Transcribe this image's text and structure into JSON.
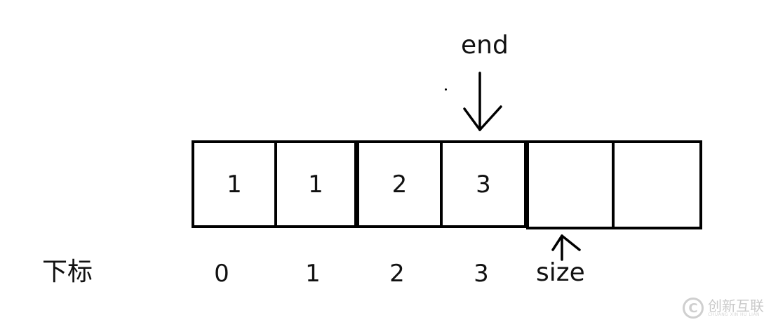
{
  "labels": {
    "row_label": "下标",
    "end_label": "end",
    "size_label": "size"
  },
  "cells": [
    "1",
    "1",
    "2",
    "3",
    "",
    ""
  ],
  "indices": [
    "0",
    "1",
    "2",
    "3"
  ],
  "watermark": {
    "text": "创新互联",
    "subtext": "CHUANG XIN HU LIAN",
    "icon": "cx-logo-icon"
  }
}
